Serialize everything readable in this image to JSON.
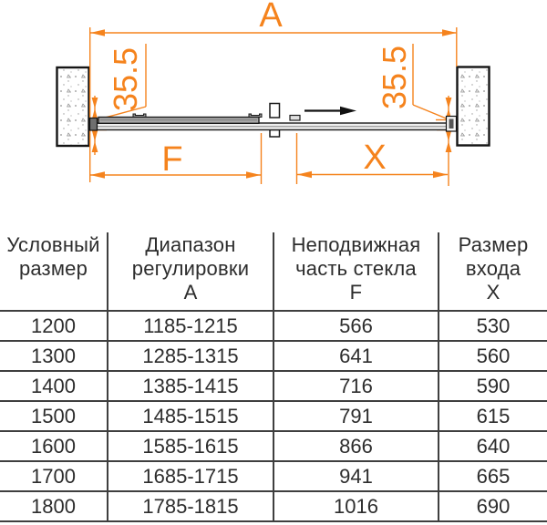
{
  "diagram": {
    "accent_color": "#F5831D",
    "dim_a_label": "A",
    "dim_f_label": "F",
    "dim_x_label": "X",
    "offset_left_label": "35.5",
    "offset_right_label": "35.5",
    "slide_direction": "right"
  },
  "table": {
    "headers": [
      {
        "lines": [
          "Условный",
          "размер"
        ],
        "symbol": ""
      },
      {
        "lines": [
          "Диапазон",
          "регулировки"
        ],
        "symbol": "А"
      },
      {
        "lines": [
          "Неподвижная",
          "часть стекла"
        ],
        "symbol": "F"
      },
      {
        "lines": [
          "Размер",
          "входа"
        ],
        "symbol": "Х"
      }
    ],
    "rows": [
      [
        "1200",
        "1185-1215",
        "566",
        "530"
      ],
      [
        "1300",
        "1285-1315",
        "641",
        "560"
      ],
      [
        "1400",
        "1385-1415",
        "716",
        "590"
      ],
      [
        "1500",
        "1485-1515",
        "791",
        "615"
      ],
      [
        "1600",
        "1585-1615",
        "866",
        "640"
      ],
      [
        "1700",
        "1685-1715",
        "941",
        "665"
      ],
      [
        "1800",
        "1785-1815",
        "1016",
        "690"
      ]
    ]
  }
}
